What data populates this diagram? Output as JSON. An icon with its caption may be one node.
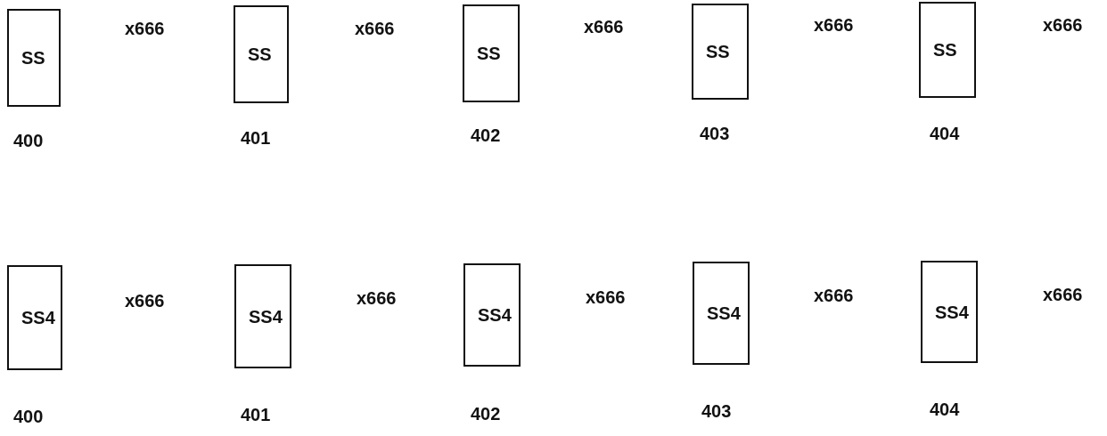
{
  "diagram": {
    "nodes": [
      {
        "text": [
          "SS"
        ],
        "beside": [
          "x666",
          "400"
        ]
      },
      {
        "text": [
          "SS"
        ],
        "beside": [
          "x666",
          "401"
        ]
      },
      {
        "text": [
          "SS"
        ],
        "beside": [
          "x666",
          "402"
        ]
      },
      {
        "text": [
          "SS"
        ],
        "beside": [
          "x666",
          "403"
        ]
      },
      {
        "text": [
          "SS"
        ],
        "beside": [
          "x666",
          "404"
        ]
      },
      {
        "text": [
          "SS4"
        ],
        "beside": [
          "x666",
          "400"
        ]
      },
      {
        "text": [
          "SS4"
        ],
        "beside": [
          "x666",
          "401"
        ]
      },
      {
        "text": [
          "SS4"
        ],
        "beside": [
          "x666",
          "402"
        ]
      },
      {
        "text": [
          "SS4"
        ],
        "beside": [
          "x666",
          "403"
        ]
      },
      {
        "text": [
          "SS4"
        ],
        "beside": [
          "x666",
          "404"
        ]
      }
    ]
  }
}
